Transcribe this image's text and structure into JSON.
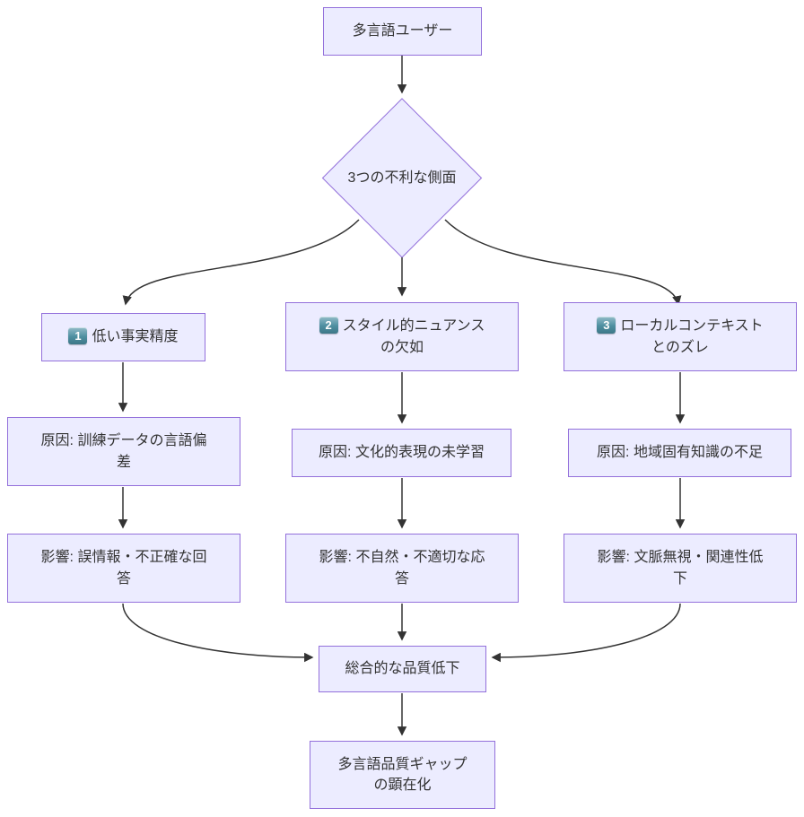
{
  "flowchart": {
    "nodes": {
      "user": {
        "label": "多言語ユーザー"
      },
      "decision": {
        "label": "3つの不利な側面"
      },
      "aspect1": {
        "badge": "1",
        "label": "低い事実精度"
      },
      "aspect2": {
        "badge": "2",
        "label": "スタイル的ニュアンスの欠如"
      },
      "aspect3": {
        "badge": "3",
        "label": "ローカルコンテキストとのズレ"
      },
      "cause1": {
        "label": "原因: 訓練データの言語偏差"
      },
      "cause2": {
        "label": "原因: 文化的表現の未学習"
      },
      "cause3": {
        "label": "原因: 地域固有知識の不足"
      },
      "effect1": {
        "label": "影響: 誤情報・不正確な回答"
      },
      "effect2": {
        "label": "影響: 不自然・不適切な応答"
      },
      "effect3": {
        "label": "影響: 文脈無視・関連性低下"
      },
      "total": {
        "label": "総合的な品質低下"
      },
      "final": {
        "label": "多言語品質ギャップの顕在化"
      }
    },
    "colors": {
      "node_fill": "#ECECFF",
      "node_border": "#9370DB",
      "edge_stroke": "#333333",
      "text": "#333333",
      "badge_fill": "#4E8FA0",
      "badge_text": "#FFFFFF"
    }
  }
}
